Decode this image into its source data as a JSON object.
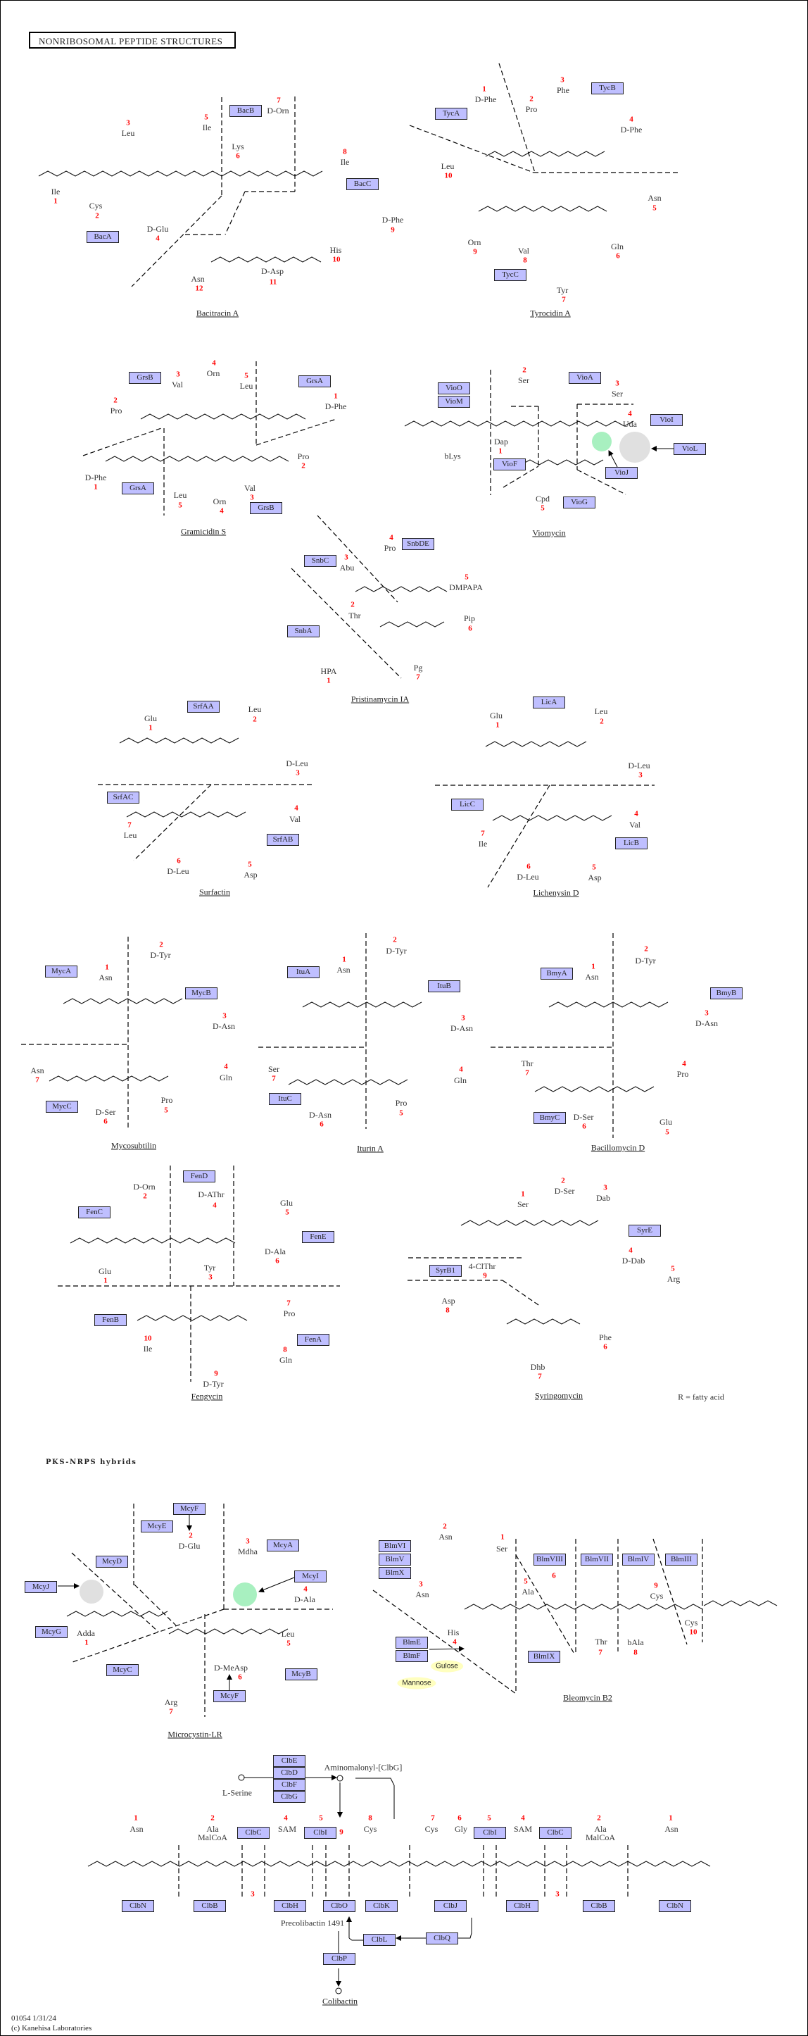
{
  "title": "NONRIBOSOMAL PEPTIDE STRUCTURES",
  "section_heading": "PKS-NRPS hybrids",
  "note": "R = fatty acid",
  "colors": {
    "enzyme_box": "#bfbfff",
    "residue_number": "#ff0000",
    "highlight_green": "#a8f0c0",
    "highlight_grey": "#e0e0e0",
    "sugar": "#ffffbf"
  },
  "compounds": [
    {
      "name": "Bacitracin A",
      "enzymes": [
        "BacA",
        "BacB",
        "BacC"
      ],
      "residues": [
        {
          "num": "1",
          "name": "Ile"
        },
        {
          "num": "2",
          "name": "Cys"
        },
        {
          "num": "3",
          "name": "Leu"
        },
        {
          "num": "4",
          "name": "D-Glu"
        },
        {
          "num": "5",
          "name": "Ile"
        },
        {
          "num": "6",
          "name": "Lys"
        },
        {
          "num": "7",
          "name": "D-Orn"
        },
        {
          "num": "8",
          "name": "Ile"
        },
        {
          "num": "9",
          "name": "D-Phe"
        },
        {
          "num": "10",
          "name": "His"
        },
        {
          "num": "11",
          "name": "D-Asp"
        },
        {
          "num": "12",
          "name": "Asn"
        }
      ],
      "extras": []
    },
    {
      "name": "Tyrocidin A",
      "enzymes": [
        "TycA",
        "TycB",
        "TycC"
      ],
      "residues": [
        {
          "num": "1",
          "name": "D-Phe"
        },
        {
          "num": "2",
          "name": "Pro"
        },
        {
          "num": "3",
          "name": "Phe"
        },
        {
          "num": "4",
          "name": "D-Phe"
        },
        {
          "num": "5",
          "name": "Asn"
        },
        {
          "num": "6",
          "name": "Gln"
        },
        {
          "num": "7",
          "name": "Tyr"
        },
        {
          "num": "8",
          "name": "Val"
        },
        {
          "num": "9",
          "name": "Orn"
        },
        {
          "num": "10",
          "name": "Leu"
        }
      ],
      "extras": []
    },
    {
      "name": "Gramicidin S",
      "enzymes": [
        "GrsB",
        "GrsA",
        "GrsA",
        "GrsB"
      ],
      "residues": [
        {
          "num": "3",
          "name": "Val"
        },
        {
          "num": "4",
          "name": "Orn"
        },
        {
          "num": "5",
          "name": "Leu"
        },
        {
          "num": "1",
          "name": "D-Phe"
        },
        {
          "num": "2",
          "name": "Pro"
        },
        {
          "num": "1",
          "name": "D-Phe"
        },
        {
          "num": "5",
          "name": "Leu"
        },
        {
          "num": "4",
          "name": "Orn"
        },
        {
          "num": "3",
          "name": "Val"
        },
        {
          "num": "2",
          "name": "Pro"
        }
      ],
      "extras": []
    },
    {
      "name": "Pristinamycin IA",
      "enzymes": [
        "SnbC",
        "SnbA",
        "SnbDE"
      ],
      "residues": [
        {
          "num": "1",
          "name": "HPA"
        },
        {
          "num": "2",
          "name": "Thr"
        },
        {
          "num": "3",
          "name": "Abu"
        },
        {
          "num": "4",
          "name": "Pro"
        },
        {
          "num": "5",
          "name": "DMPAPA"
        },
        {
          "num": "6",
          "name": "Pip"
        },
        {
          "num": "7",
          "name": "Pg"
        }
      ],
      "extras": []
    },
    {
      "name": "Viomycin",
      "enzymes": [
        "VioO",
        "VioM",
        "VioA",
        "VioI",
        "VioL",
        "VioJ",
        "VioF",
        "VioG"
      ],
      "residues": [
        {
          "num": "1",
          "name": "Dap"
        },
        {
          "num": "2",
          "name": "Ser"
        },
        {
          "num": "3",
          "name": "Ser"
        },
        {
          "num": "4",
          "name": "Uda"
        },
        {
          "num": "5",
          "name": "Cpd"
        }
      ],
      "extras": [
        "bLys"
      ]
    },
    {
      "name": "Surfactin",
      "enzymes": [
        "SrfAA",
        "SrfAC",
        "SrfAB"
      ],
      "residues": [
        {
          "num": "1",
          "name": "Glu"
        },
        {
          "num": "2",
          "name": "Leu"
        },
        {
          "num": "3",
          "name": "D-Leu"
        },
        {
          "num": "4",
          "name": "Val"
        },
        {
          "num": "5",
          "name": "Asp"
        },
        {
          "num": "6",
          "name": "D-Leu"
        },
        {
          "num": "7",
          "name": "Leu"
        }
      ],
      "extras": []
    },
    {
      "name": "Lichenysin D",
      "enzymes": [
        "LicA",
        "LicC",
        "LicB"
      ],
      "residues": [
        {
          "num": "1",
          "name": "Glu"
        },
        {
          "num": "2",
          "name": "Leu"
        },
        {
          "num": "3",
          "name": "D-Leu"
        },
        {
          "num": "4",
          "name": "Val"
        },
        {
          "num": "5",
          "name": "Asp"
        },
        {
          "num": "6",
          "name": "D-Leu"
        },
        {
          "num": "7",
          "name": "Ile"
        }
      ],
      "extras": []
    },
    {
      "name": "Mycosubtilin",
      "enzymes": [
        "MycA",
        "MycB",
        "MycC"
      ],
      "residues": [
        {
          "num": "1",
          "name": "Asn"
        },
        {
          "num": "2",
          "name": "D-Tyr"
        },
        {
          "num": "3",
          "name": "D-Asn"
        },
        {
          "num": "4",
          "name": "Gln"
        },
        {
          "num": "5",
          "name": "Pro"
        },
        {
          "num": "6",
          "name": "D-Ser"
        },
        {
          "num": "7",
          "name": "Asn"
        }
      ],
      "extras": []
    },
    {
      "name": "Iturin A",
      "enzymes": [
        "ItuA",
        "ItuB",
        "ItuC"
      ],
      "residues": [
        {
          "num": "1",
          "name": "Asn"
        },
        {
          "num": "2",
          "name": "D-Tyr"
        },
        {
          "num": "3",
          "name": "D-Asn"
        },
        {
          "num": "4",
          "name": "Gln"
        },
        {
          "num": "5",
          "name": "Pro"
        },
        {
          "num": "6",
          "name": "D-Asn"
        },
        {
          "num": "7",
          "name": "Ser"
        }
      ],
      "extras": []
    },
    {
      "name": "Bacillomycin D",
      "enzymes": [
        "BmyA",
        "BmyB",
        "BmyC"
      ],
      "residues": [
        {
          "num": "1",
          "name": "Asn"
        },
        {
          "num": "2",
          "name": "D-Tyr"
        },
        {
          "num": "3",
          "name": "D-Asn"
        },
        {
          "num": "4",
          "name": "Pro"
        },
        {
          "num": "5",
          "name": "Glu"
        },
        {
          "num": "6",
          "name": "D-Ser"
        },
        {
          "num": "7",
          "name": "Thr"
        }
      ],
      "extras": []
    },
    {
      "name": "Fengycin",
      "enzymes": [
        "FenD",
        "FenC",
        "FenE",
        "FenB",
        "FenA"
      ],
      "residues": [
        {
          "num": "1",
          "name": "Glu"
        },
        {
          "num": "2",
          "name": "D-Orn"
        },
        {
          "num": "3",
          "name": "Tyr"
        },
        {
          "num": "4",
          "name": "D-AThr"
        },
        {
          "num": "5",
          "name": "Glu"
        },
        {
          "num": "6",
          "name": "D-Ala"
        },
        {
          "num": "7",
          "name": "Pro"
        },
        {
          "num": "8",
          "name": "Gln"
        },
        {
          "num": "9",
          "name": "D-Tyr"
        },
        {
          "num": "10",
          "name": "Ile"
        }
      ],
      "extras": []
    },
    {
      "name": "Syringomycin",
      "enzymes": [
        "SyrE",
        "SyrB1"
      ],
      "residues": [
        {
          "num": "1",
          "name": "Ser"
        },
        {
          "num": "2",
          "name": "D-Ser"
        },
        {
          "num": "3",
          "name": "Dab"
        },
        {
          "num": "4",
          "name": "D-Dab"
        },
        {
          "num": "5",
          "name": "Arg"
        },
        {
          "num": "6",
          "name": "Phe"
        },
        {
          "num": "7",
          "name": "Dhb"
        },
        {
          "num": "8",
          "name": "Asp"
        },
        {
          "num": "9",
          "name": "4-ClThr"
        }
      ],
      "extras": []
    },
    {
      "name": "Microcystin-LR",
      "enzymes": [
        "McyF",
        "McyE",
        "McyA",
        "McyD",
        "McyI",
        "McyJ",
        "McyG",
        "McyC",
        "McyB",
        "McyF"
      ],
      "residues": [
        {
          "num": "1",
          "name": "Adda"
        },
        {
          "num": "2",
          "name": "D-Glu"
        },
        {
          "num": "3",
          "name": "Mdha"
        },
        {
          "num": "4",
          "name": "D-Ala"
        },
        {
          "num": "5",
          "name": "Leu"
        },
        {
          "num": "6",
          "name": "D-MeAsp"
        },
        {
          "num": "7",
          "name": "Arg"
        }
      ],
      "extras": []
    },
    {
      "name": "Bleomycin B2",
      "enzymes": [
        "BlmVI",
        "BlmV",
        "BlmX",
        "BlmVIII",
        "BlmVII",
        "BlmIV",
        "BlmIII",
        "BlmE",
        "BlmF",
        "BlmIX"
      ],
      "residues": [
        {
          "num": "1",
          "name": "Ser"
        },
        {
          "num": "2",
          "name": "Asn"
        },
        {
          "num": "3",
          "name": "Asn"
        },
        {
          "num": "4",
          "name": "His"
        },
        {
          "num": "5",
          "name": "Ala"
        },
        {
          "num": "6",
          "name": ""
        },
        {
          "num": "7",
          "name": "Thr"
        },
        {
          "num": "8",
          "name": "bAla"
        },
        {
          "num": "9",
          "name": "Cys"
        },
        {
          "num": "10",
          "name": "Cys"
        }
      ],
      "extras": [
        "Gulose",
        "Mannose"
      ]
    },
    {
      "name": "Colibactin",
      "enzymes": [
        "ClbE",
        "ClbD",
        "ClbF",
        "ClbG",
        "ClbC",
        "ClbI",
        "ClbI",
        "ClbC",
        "ClbN",
        "ClbB",
        "ClbH",
        "ClbO",
        "ClbK",
        "ClbJ",
        "ClbH",
        "ClbB",
        "ClbN",
        "ClbL",
        "ClbQ",
        "ClbP"
      ],
      "residues": [
        {
          "num": "1",
          "name": "Asn"
        },
        {
          "num": "2",
          "name": "Ala",
          "sub": "MalCoA"
        },
        {
          "num": "4",
          "name": "SAM"
        },
        {
          "num": "5",
          "name": ""
        },
        {
          "num": "9",
          "name": ""
        },
        {
          "num": "8",
          "name": "Cys"
        },
        {
          "num": "7",
          "name": "Cys"
        },
        {
          "num": "6",
          "name": "Gly"
        },
        {
          "num": "5",
          "name": ""
        },
        {
          "num": "4",
          "name": "SAM"
        },
        {
          "num": "2",
          "name": "Ala",
          "sub": "MalCoA"
        },
        {
          "num": "1",
          "name": "Asn"
        },
        {
          "num": "3",
          "name": ""
        },
        {
          "num": "3",
          "name": ""
        }
      ],
      "extras": [
        "L-Serine",
        "Aminomalonyl-[ClbG]",
        "Precolibactin 1491"
      ]
    }
  ],
  "footer": {
    "map_id_date": "01054 1/31/24",
    "copyright": "(c) Kanehisa Laboratories"
  }
}
